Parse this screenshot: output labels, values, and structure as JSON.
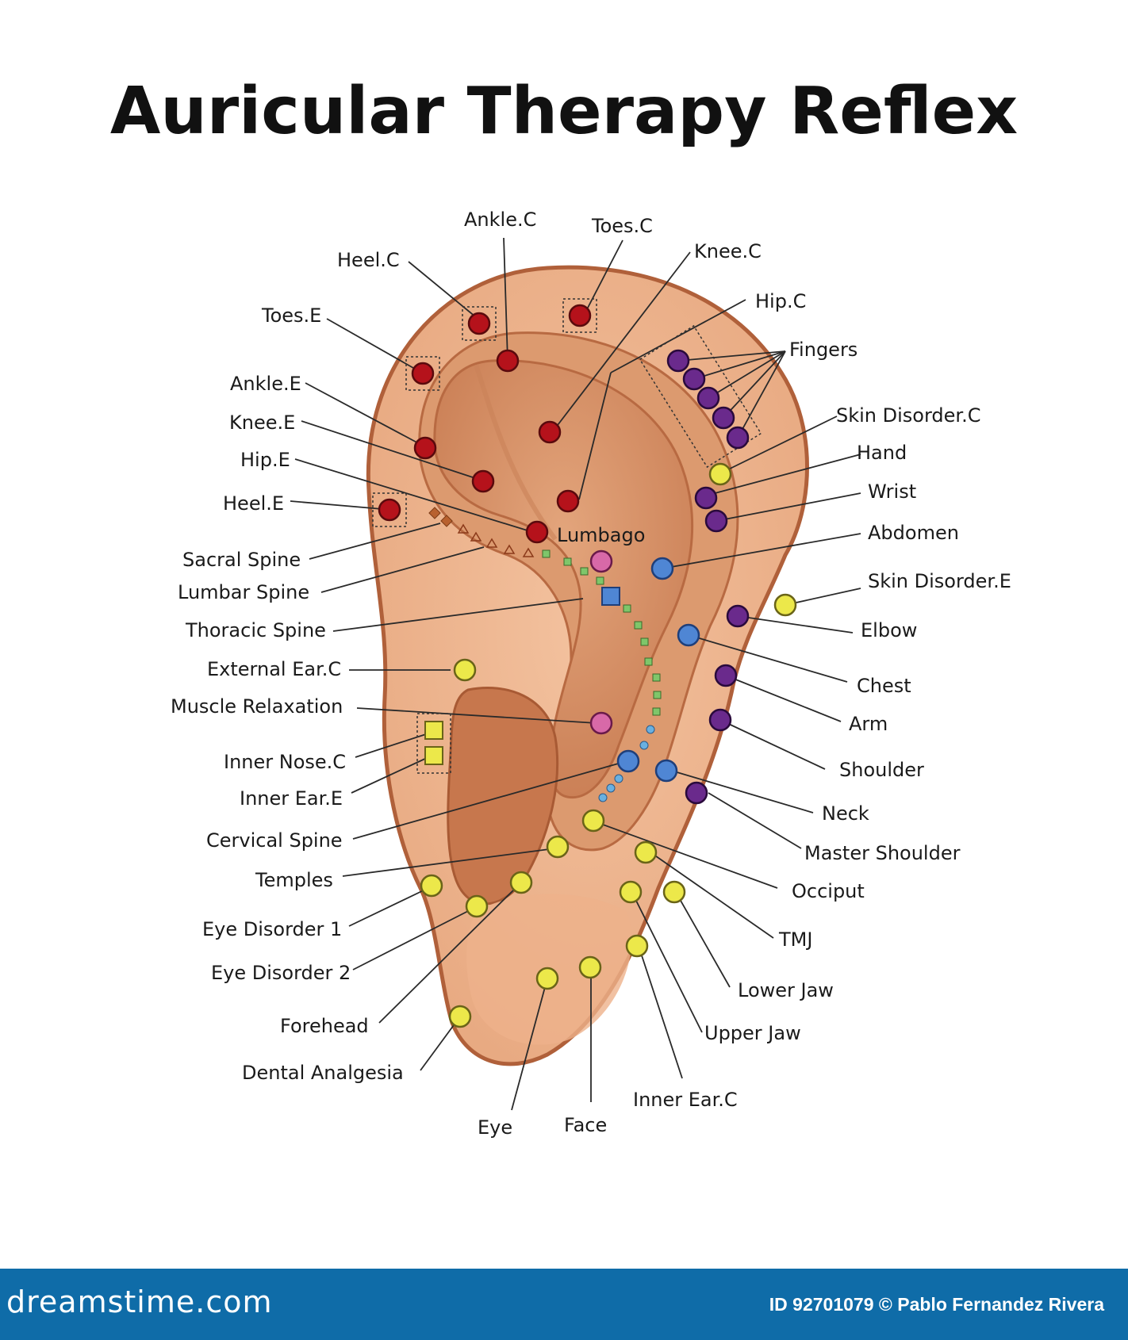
{
  "title": "Auricular Therapy Reflex",
  "colors": {
    "skin_outer": "#efb58e",
    "skin_mid": "#dd9a70",
    "skin_dark": "#c5764c",
    "outline": "#b0603a",
    "red": "#b5121b",
    "purple": "#6a2a8c",
    "blue": "#4f86d4",
    "yellow": "#ece84a",
    "pink": "#d869a8"
  },
  "labels": {
    "ankle_c": "Ankle.C",
    "toes_c": "Toes.C",
    "heel_c": "Heel.C",
    "knee_c": "Knee.C",
    "hip_c": "Hip.C",
    "toes_e": "Toes.E",
    "fingers": "Fingers",
    "ankle_e": "Ankle.E",
    "knee_e": "Knee.E",
    "hip_e": "Hip.E",
    "heel_e": "Heel.E",
    "lumbago": "Lumbago",
    "sacral_spine": "Sacral Spine",
    "lumbar_spine": "Lumbar Spine",
    "thoracic_spine": "Thoracic Spine",
    "external_ear_c": "External Ear.C",
    "muscle_relaxation": "Muscle Relaxation",
    "inner_nose_c": "Inner Nose.C",
    "inner_ear_e": "Inner Ear.E",
    "cervical_spine": "Cervical Spine",
    "temples": "Temples",
    "eye_disorder_1": "Eye Disorder 1",
    "eye_disorder_2": "Eye Disorder 2",
    "forehead": "Forehead",
    "dental_analgesia": "Dental Analgesia",
    "eye": "Eye",
    "face": "Face",
    "inner_ear_c": "Inner Ear.C",
    "upper_jaw": "Upper Jaw",
    "lower_jaw": "Lower Jaw",
    "tmj": "TMJ",
    "occiput": "Occiput",
    "master_shoulder": "Master Shoulder",
    "neck": "Neck",
    "shoulder": "Shoulder",
    "arm": "Arm",
    "chest": "Chest",
    "elbow": "Elbow",
    "skin_disorder_e": "Skin Disorder.E",
    "abdomen": "Abdomen",
    "wrist": "Wrist",
    "hand": "Hand",
    "skin_disorder_c": "Skin Disorder.C"
  },
  "footer": {
    "logo": "dreamstime.com",
    "credit": "ID 92701079 © Pablo Fernandez Rivera"
  }
}
